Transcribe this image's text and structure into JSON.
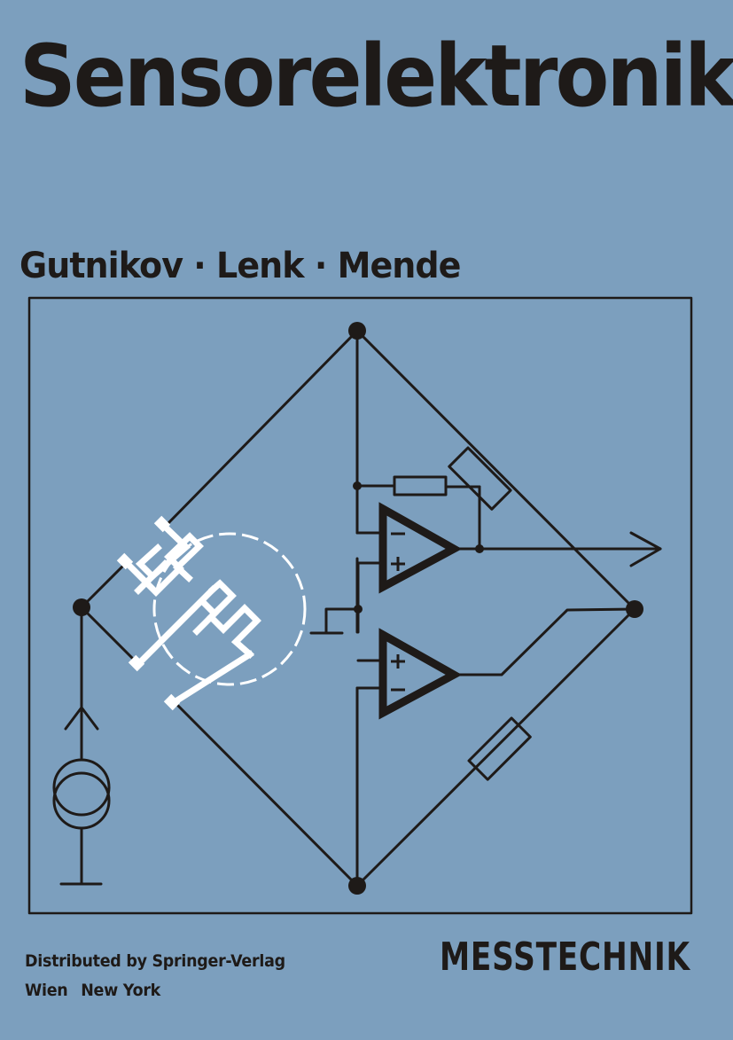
{
  "cover": {
    "title": "Sensorelektronik",
    "authors": "Gutnikov · Lenk · Mende",
    "publisher_line1": "Distributed by Springer-Verlag",
    "publisher_city1": "Wien",
    "publisher_city2": "New York",
    "series": "MESSTECHNIK"
  },
  "colors": {
    "background": "#7c9fbe",
    "ink": "#1e1a18",
    "sensor": "#ffffff"
  },
  "diagram": {
    "description": "Bridge circuit with strain gauge sensors, current source and two operational amplifiers",
    "opamp_top_inputs": [
      "−",
      "+"
    ],
    "opamp_bottom_inputs": [
      "+",
      "−"
    ]
  }
}
